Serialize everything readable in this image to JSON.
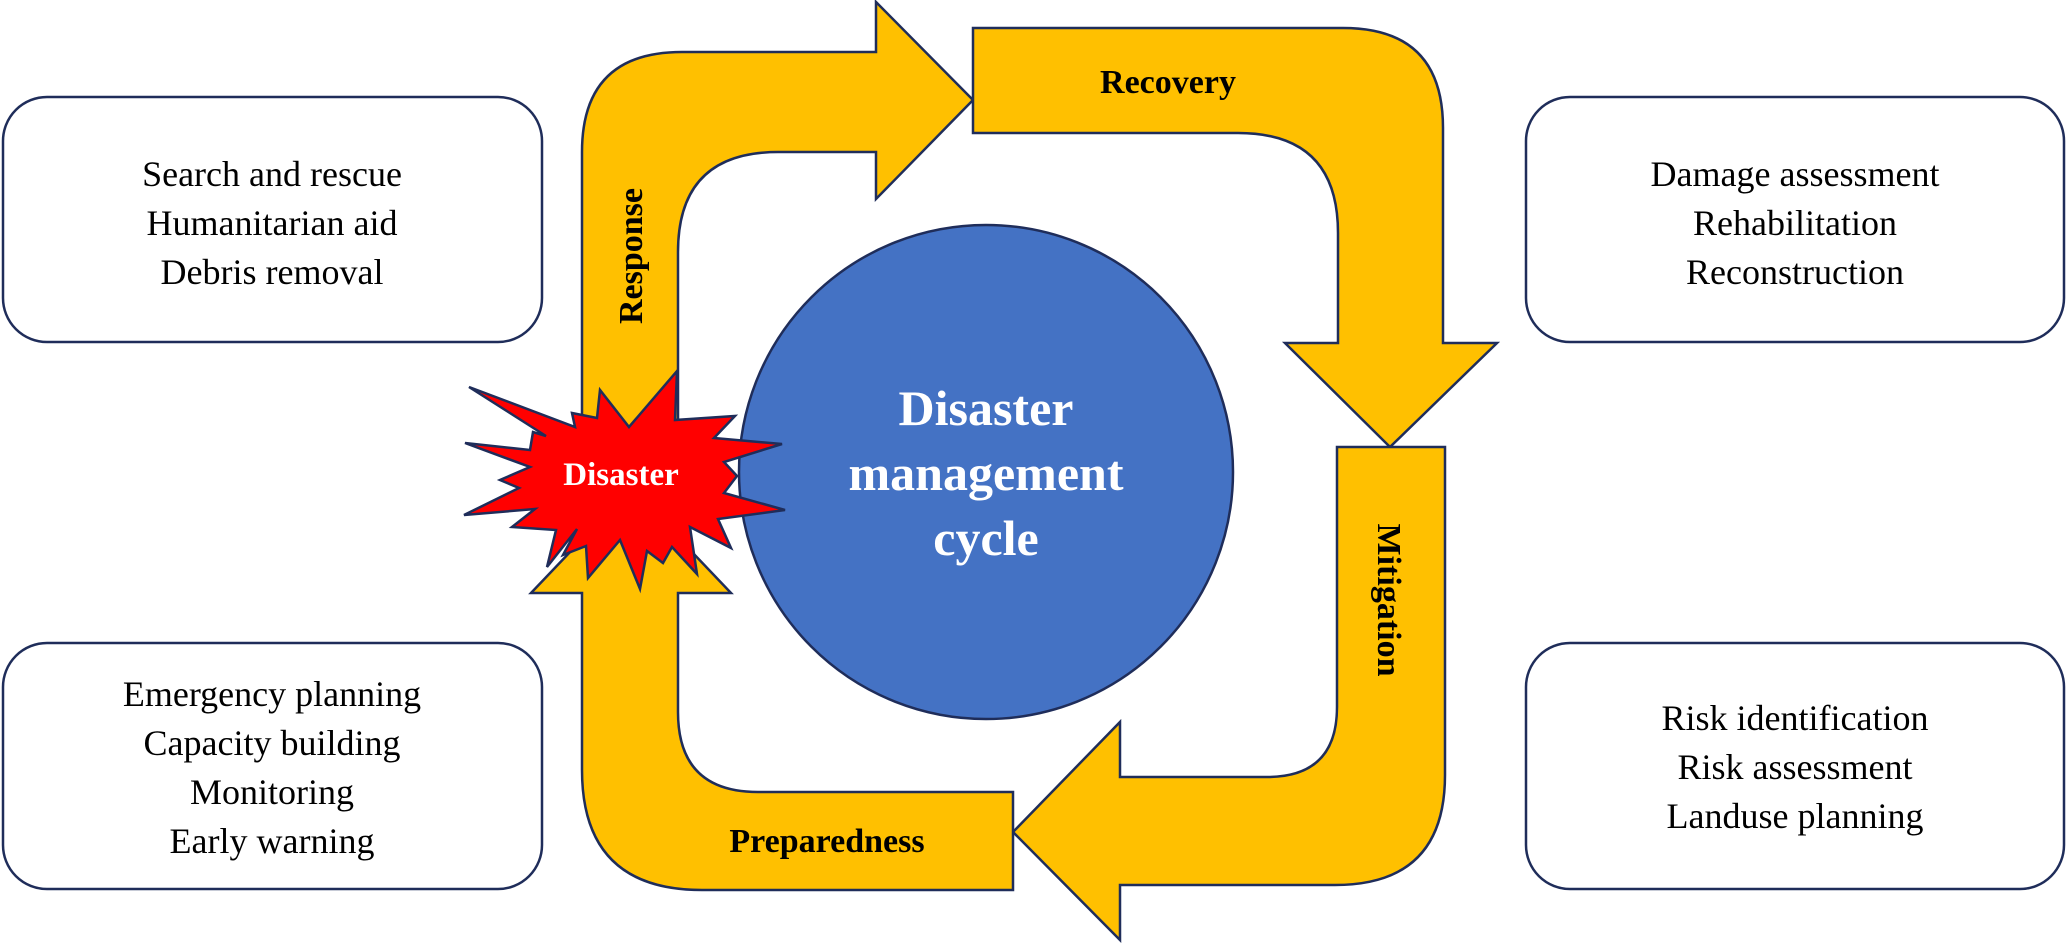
{
  "title": "Disaster management cycle",
  "colors": {
    "arrow_fill": "#FFC000",
    "outline": "#1F2D5A",
    "circle_fill": "#4472C4",
    "star_fill": "#FF0000",
    "box_fill": "#FFFFFF"
  },
  "center": {
    "lines": [
      "Disaster",
      "management",
      "cycle"
    ]
  },
  "event": {
    "label": "Disaster"
  },
  "phases": {
    "response": "Response",
    "recovery": "Recovery",
    "mitigation": "Mitigation",
    "preparedness": "Preparedness"
  },
  "boxes": {
    "response": [
      "Search and rescue",
      "Humanitarian aid",
      "Debris removal"
    ],
    "recovery": [
      "Damage assessment",
      "Rehabilitation",
      "Reconstruction"
    ],
    "preparedness": [
      "Emergency planning",
      "Capacity building",
      "Monitoring",
      "Early warning"
    ],
    "mitigation": [
      "Risk identification",
      "Risk assessment",
      "Landuse planning"
    ]
  }
}
